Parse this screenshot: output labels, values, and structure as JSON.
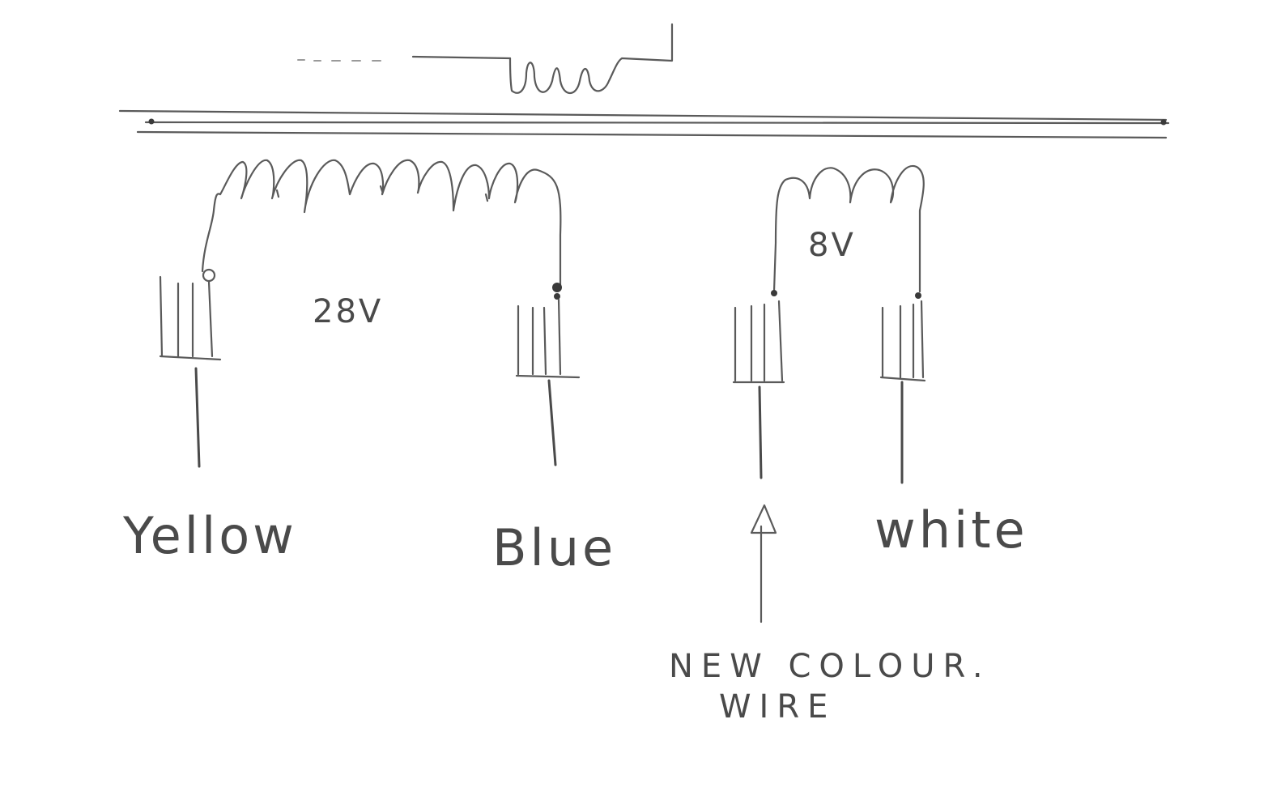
{
  "diagram": {
    "primary_voltage_label": "28V",
    "secondary_voltage_label": "8V",
    "wire_labels": {
      "yellow": "Yellow",
      "blue": "Blue",
      "white": "white"
    },
    "note_line1": "NEW COLOUR.",
    "note_line2": "WIRE"
  }
}
